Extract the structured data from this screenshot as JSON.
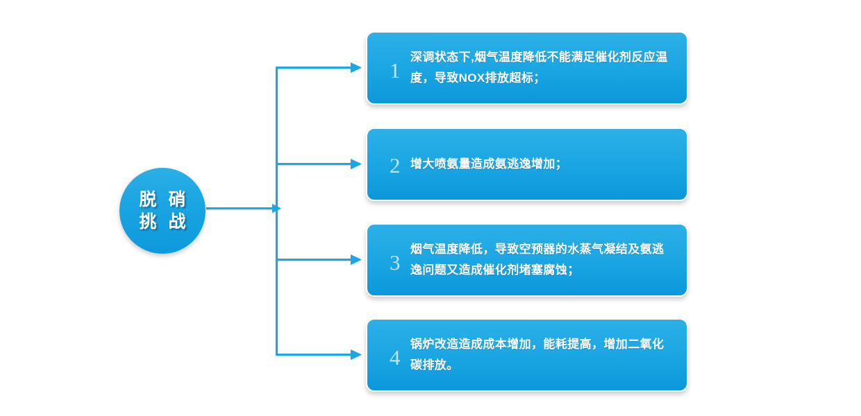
{
  "diagram": {
    "type": "fan-out-flow",
    "background_color": "#FFFFFF",
    "accent_color": "#1BA6E3",
    "connector_color": "#1BA6E3",
    "hub": {
      "name": "脱硝挑战",
      "lines": [
        "脱 硝",
        "挑 战"
      ],
      "shape": "circle",
      "text_color": "#FFFFFF"
    },
    "items": [
      {
        "number": "1",
        "text": "深调状态下,烟气温度降低不能满足催化剂反应温度，导致NOX排放超标；"
      },
      {
        "number": "2",
        "text": "增大喷氨量造成氨逃逸增加；"
      },
      {
        "number": "3",
        "text": "烟气温度降低，导致空预器的水蒸气凝结及氨逃逸问题又造成催化剂堵塞腐蚀；"
      },
      {
        "number": "4",
        "text": "锅炉改造造成成本增加，能耗提高，增加二氧化碳排放。"
      }
    ]
  }
}
